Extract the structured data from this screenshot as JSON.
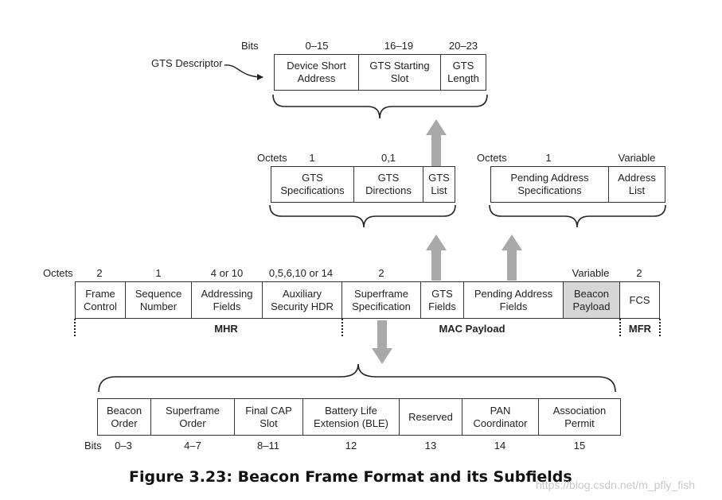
{
  "gts_descriptor": {
    "label": "GTS Descriptor",
    "unit": "Bits",
    "fields": [
      {
        "name": "Device Short\nAddress",
        "size": "0–15"
      },
      {
        "name": "GTS Starting\nSlot",
        "size": "16–19"
      },
      {
        "name": "GTS\nLength",
        "size": "20–23"
      }
    ]
  },
  "gts_fields": {
    "unit": "Octets",
    "fields": [
      {
        "name": "GTS\nSpecifications",
        "size": "1"
      },
      {
        "name": "GTS\nDirections",
        "size": "0,1"
      },
      {
        "name": "GTS\nList",
        "size": ""
      }
    ]
  },
  "pending_fields": {
    "unit": "Octets",
    "fields": [
      {
        "name": "Pending Address\nSpecifications",
        "size": "1"
      },
      {
        "name": "Address\nList",
        "size": "Variable"
      }
    ]
  },
  "frame": {
    "unit": "Octets",
    "fields": [
      {
        "name": "Frame\nControl",
        "size": "2"
      },
      {
        "name": "Sequence\nNumber",
        "size": "1"
      },
      {
        "name": "Addressing\nFields",
        "size": "4 or 10"
      },
      {
        "name": "Auxiliary\nSecurity HDR",
        "size": "0,5,6,10 or 14"
      },
      {
        "name": "Superframe\nSpecification",
        "size": "2"
      },
      {
        "name": "GTS\nFields",
        "size": ""
      },
      {
        "name": "Pending Address\nFields",
        "size": ""
      },
      {
        "name": "Beacon\nPayload",
        "size": "Variable"
      },
      {
        "name": "FCS",
        "size": "2"
      }
    ],
    "sections": [
      "MHR",
      "MAC Payload",
      "MFR"
    ]
  },
  "superframe_spec": {
    "unit": "Bits",
    "fields": [
      {
        "name": "Beacon\nOrder",
        "size": "0–3"
      },
      {
        "name": "Superframe\nOrder",
        "size": "4–7"
      },
      {
        "name": "Final CAP\nSlot",
        "size": "8–11"
      },
      {
        "name": "Battery Life\nExtension (BLE)",
        "size": "12"
      },
      {
        "name": "Reserved",
        "size": "13"
      },
      {
        "name": "PAN\nCoordinator",
        "size": "14"
      },
      {
        "name": "Association\nPermit",
        "size": "15"
      }
    ]
  },
  "caption": "Figure 3.23:  Beacon Frame Format and its Subfields",
  "watermark": "https://blog.csdn.net/m_pfly_fish"
}
